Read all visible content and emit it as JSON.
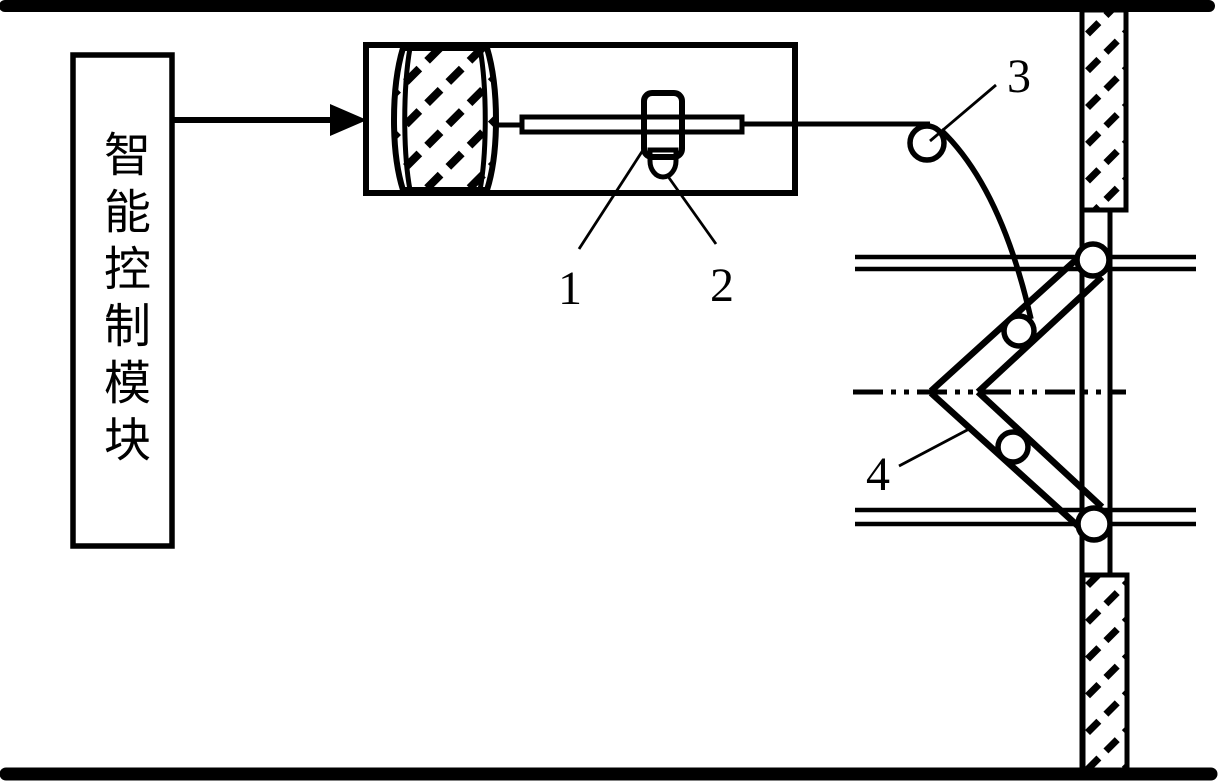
{
  "module": {
    "label": "智能控制模块"
  },
  "part_labels": {
    "p1": "1",
    "p2": "2",
    "p3": "3",
    "p4": "4"
  },
  "colors": {
    "ink": "#000000",
    "paper": "#ffffff"
  }
}
